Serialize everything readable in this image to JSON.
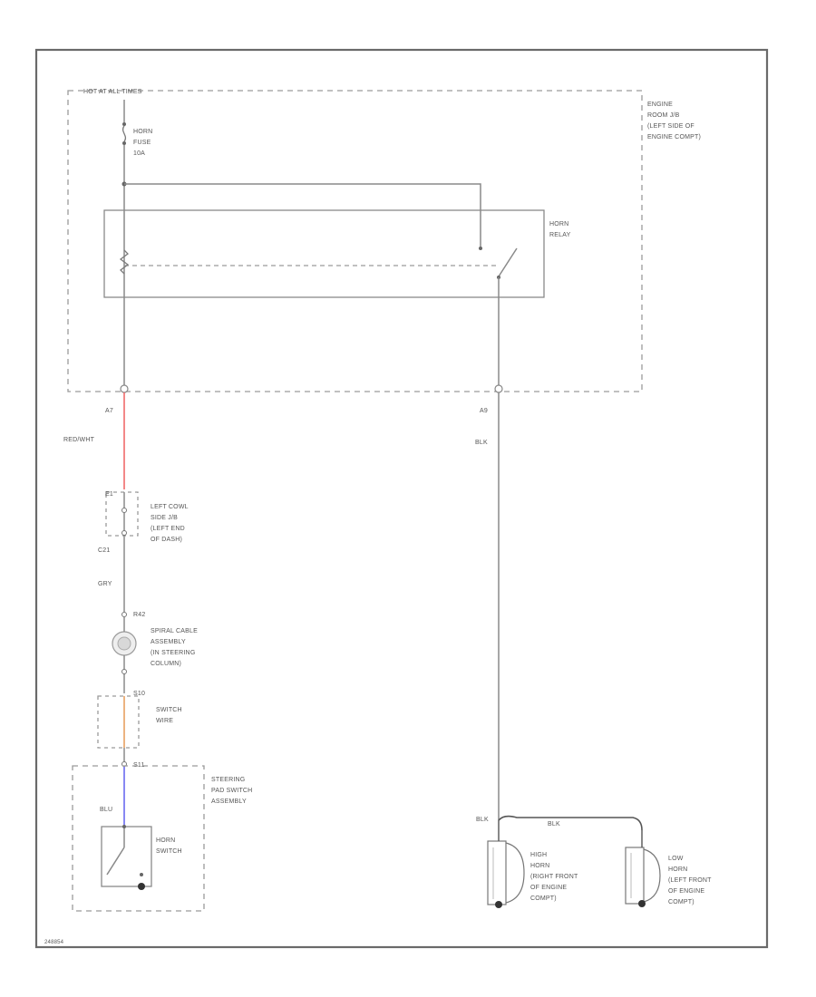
{
  "labels": {
    "hot_at_all_times": "HOT AT ALL TIMES",
    "horn_fuse_1": "HORN",
    "horn_fuse_2": "FUSE",
    "horn_fuse_3": "10A",
    "engine_jb_1": "ENGINE",
    "engine_jb_2": "ROOM J/B",
    "engine_jb_3": "(LEFT SIDE OF",
    "engine_jb_4": "ENGINE COMPT)",
    "horn_relay_1": "HORN",
    "horn_relay_2": "RELAY",
    "pin_a7": "A7",
    "pin_a9": "A9",
    "wire_red_wht": "RED/WHT",
    "wire_blk_right": "BLK",
    "left_cowl_1": "LEFT COWL",
    "left_cowl_2": "SIDE J/B",
    "left_cowl_3": "(LEFT END",
    "left_cowl_4": "OF DASH)",
    "conn_top": "E1",
    "conn_c21": "C21",
    "wire_gry": "GRY",
    "conn_r42": "R42",
    "spiral_1": "SPIRAL CABLE",
    "spiral_2": "ASSEMBLY",
    "spiral_3": "(IN STEERING",
    "spiral_4": "COLUMN)",
    "conn_s10": "S10",
    "switch_wire_1": "SWITCH",
    "switch_wire_2": "WIRE",
    "conn_s11": "S11",
    "steering_pad_1": "STEERING",
    "steering_pad_2": "PAD SWITCH",
    "steering_pad_3": "ASSEMBLY",
    "wire_blu": "BLU",
    "horn_switch_1": "HORN",
    "horn_switch_2": "SWITCH",
    "wire_blk_horn": "BLK",
    "wire_blk_bridge": "BLK",
    "high_horn_1": "HIGH",
    "high_horn_2": "HORN",
    "high_horn_3": "(RIGHT FRONT",
    "high_horn_4": "OF ENGINE",
    "high_horn_5": "COMPT)",
    "low_horn_1": "LOW",
    "low_horn_2": "HORN",
    "low_horn_3": "(LEFT FRONT",
    "low_horn_4": "OF ENGINE",
    "low_horn_5": "COMPT)",
    "diagram_id": "248854"
  },
  "colors": {
    "red_wht_wire": "#f06a6a",
    "switch_wire": "#e8a060",
    "blu_wire": "#6a6af0",
    "blk_wire": "#555555"
  }
}
